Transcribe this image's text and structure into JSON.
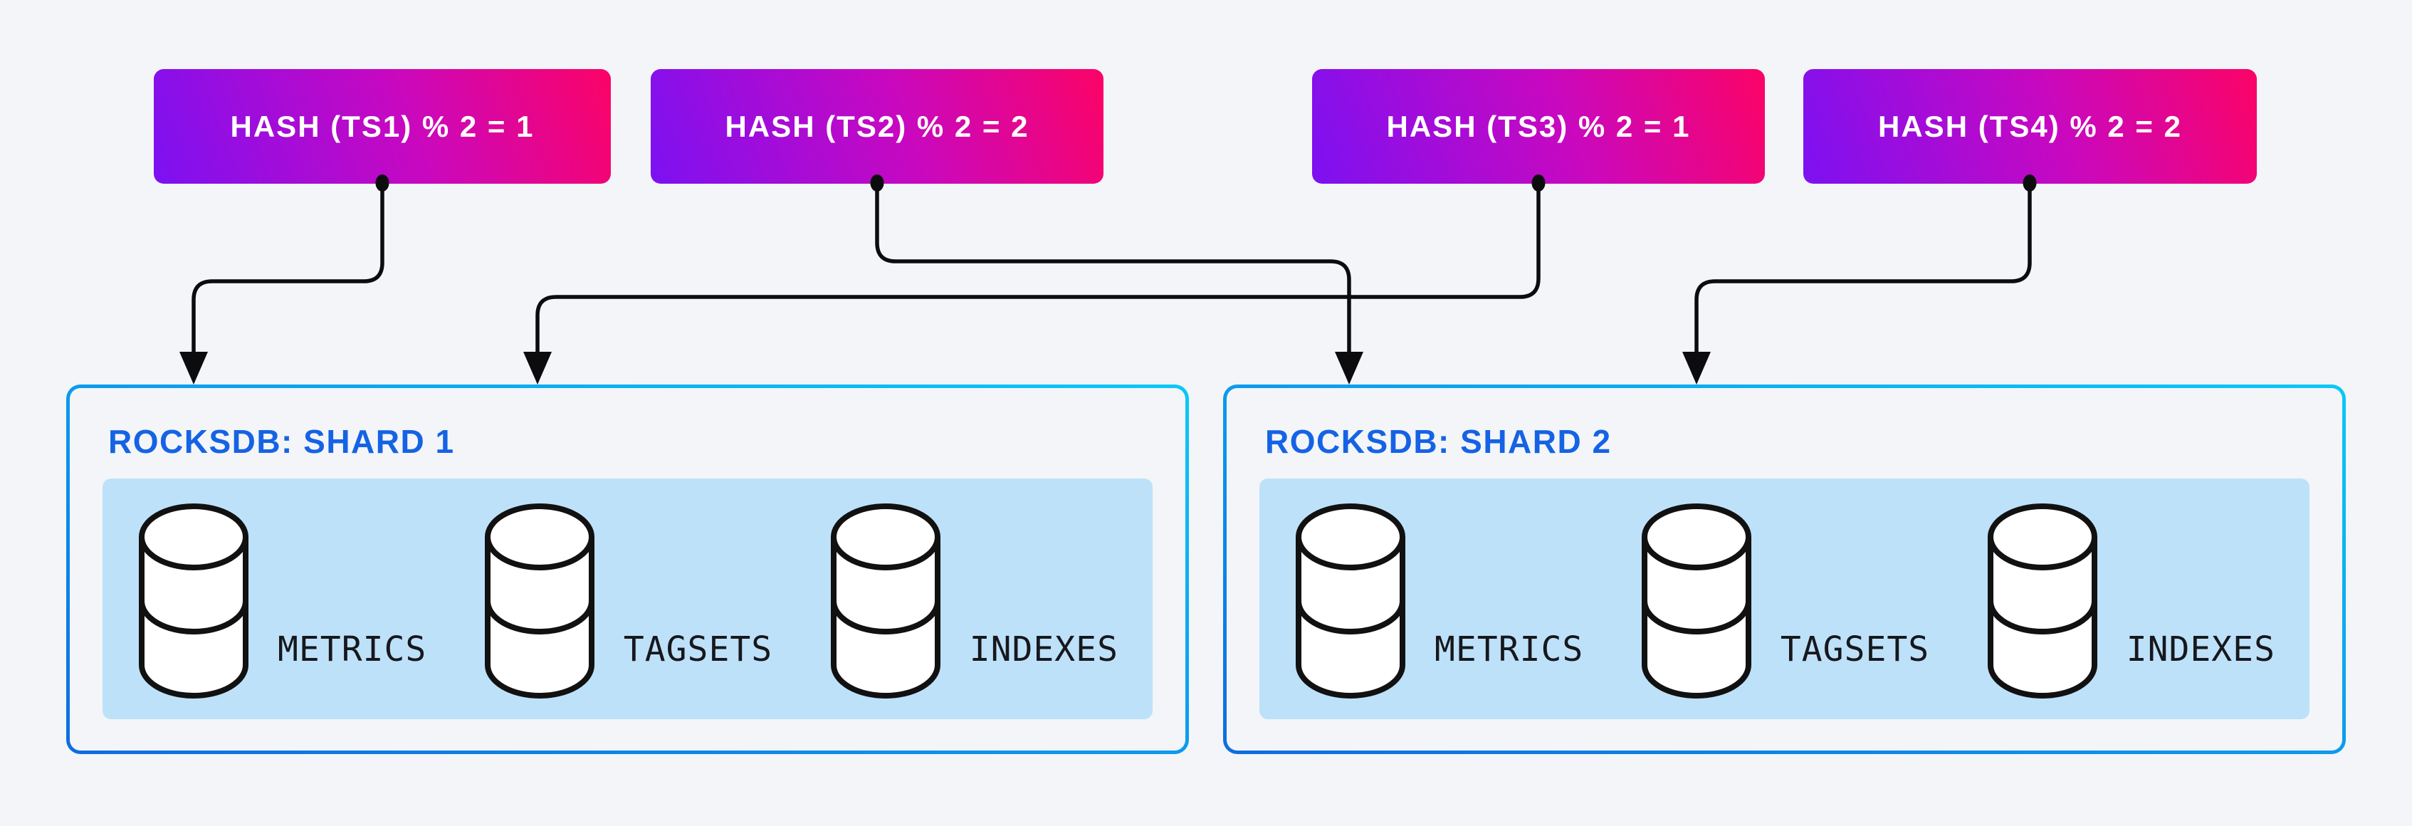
{
  "diagram": {
    "hash_nodes": [
      {
        "id": "ts1",
        "label": "HASH (TS1) % 2 = 1"
      },
      {
        "id": "ts2",
        "label": "HASH (TS2) % 2 = 2"
      },
      {
        "id": "ts3",
        "label": "HASH (TS3) % 2 = 1"
      },
      {
        "id": "ts4",
        "label": "HASH (TS4) % 2 = 2"
      }
    ],
    "connections": [
      {
        "from": "HASH (TS1) % 2 = 1",
        "to": "ROCKSDB: SHARD 1"
      },
      {
        "from": "HASH (TS2) % 2 = 2",
        "to": "ROCKSDB: SHARD 2"
      },
      {
        "from": "HASH (TS3) % 2 = 1",
        "to": "ROCKSDB: SHARD 1"
      },
      {
        "from": "HASH (TS4) % 2 = 2",
        "to": "ROCKSDB: SHARD 2"
      }
    ],
    "shards": [
      {
        "title": "ROCKSDB: SHARD 1",
        "stores": [
          {
            "icon": "database-icon",
            "label": "METRICS"
          },
          {
            "icon": "database-icon",
            "label": "TAGSETS"
          },
          {
            "icon": "database-icon",
            "label": "INDEXES"
          }
        ]
      },
      {
        "title": "ROCKSDB: SHARD 2",
        "stores": [
          {
            "icon": "database-icon",
            "label": "METRICS"
          },
          {
            "icon": "database-icon",
            "label": "TAGSETS"
          },
          {
            "icon": "database-icon",
            "label": "INDEXES"
          }
        ]
      }
    ],
    "colors": {
      "background": "#f3f5f8",
      "hash_gradient_start": "#7c11f2",
      "hash_gradient_end": "#fb0366",
      "hash_text": "#ffffff",
      "shard_border_gradient_start": "#0e6de0",
      "shard_border_gradient_end": "#0bc8f8",
      "shard_title": "#1563e4",
      "store_panel": "#bee1fa",
      "store_label": "#17181c",
      "connector": "#0c0c0f"
    }
  }
}
